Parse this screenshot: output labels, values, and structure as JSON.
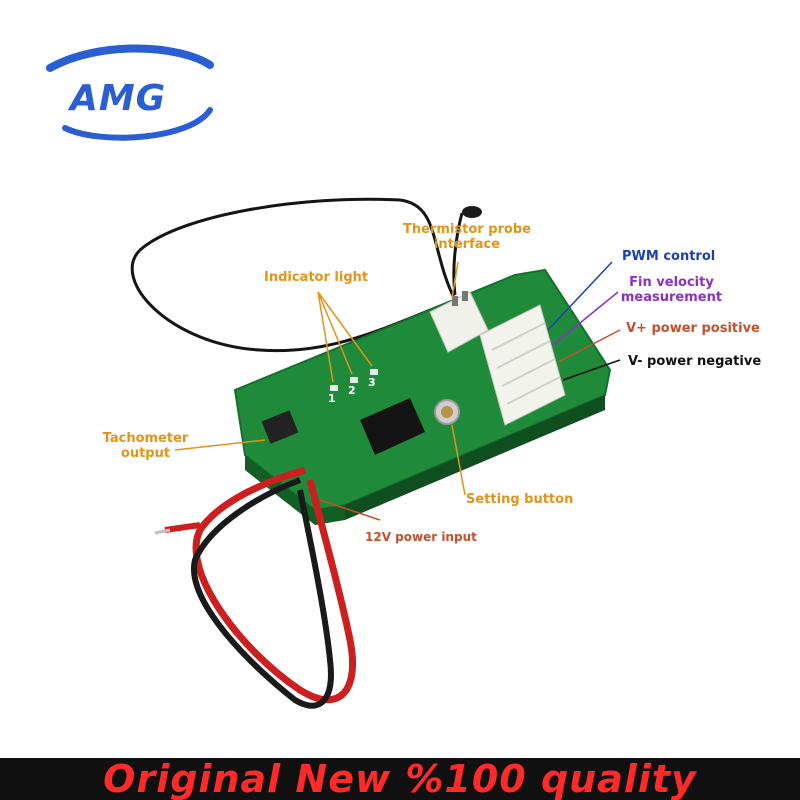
{
  "logo": {
    "text": "AMG",
    "color": "#2a5fd4"
  },
  "labels": {
    "thermistor": "Thermistor probe",
    "thermistor2": "interface",
    "indicator": "Indicator light",
    "pwm": "PWM control",
    "fin": "Fin velocity",
    "fin2": "measurement",
    "vplus": "V+ power positive",
    "vminus": "V- power negative",
    "tach": "Tachometer",
    "tach2": "output",
    "setting": "Setting button",
    "power12": "12V power input"
  },
  "led_numbers": [
    "1",
    "2",
    "3"
  ],
  "banner": {
    "text": "Original New %100 quality",
    "color": "#ff2a2a"
  },
  "colors": {
    "pcb": "#1f8a3a",
    "label_orange": "#e0941a",
    "label_blue": "#1b3fb5",
    "label_purple": "#8b2fc9",
    "label_red": "#c4502c"
  }
}
